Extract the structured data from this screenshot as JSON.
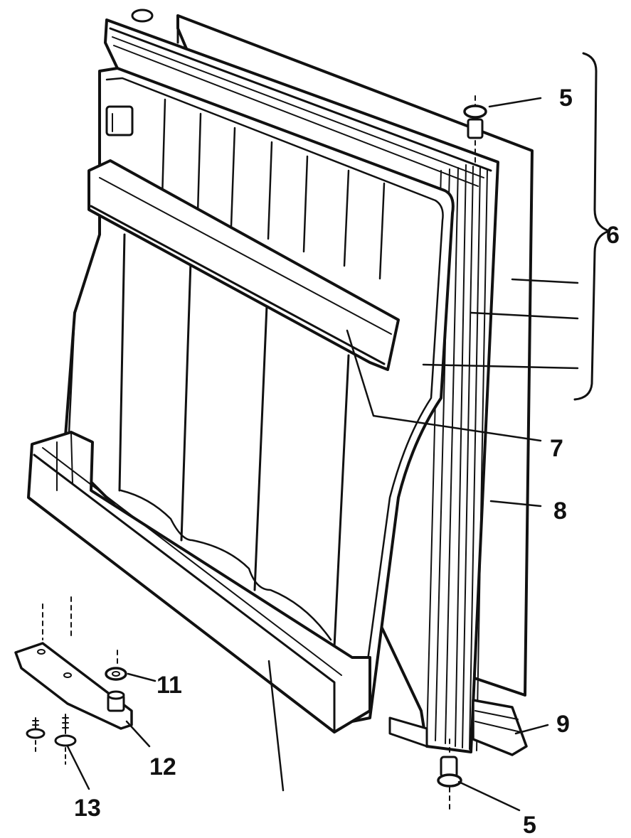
{
  "callouts": {
    "c5_top": "5",
    "c6": "6",
    "c7": "7",
    "c8": "8",
    "c9": "9",
    "c11": "11",
    "c12": "12",
    "c13": "13",
    "c5_bottom": "5"
  },
  "colors": {
    "ink": "#111111",
    "paper": "#ffffff"
  }
}
